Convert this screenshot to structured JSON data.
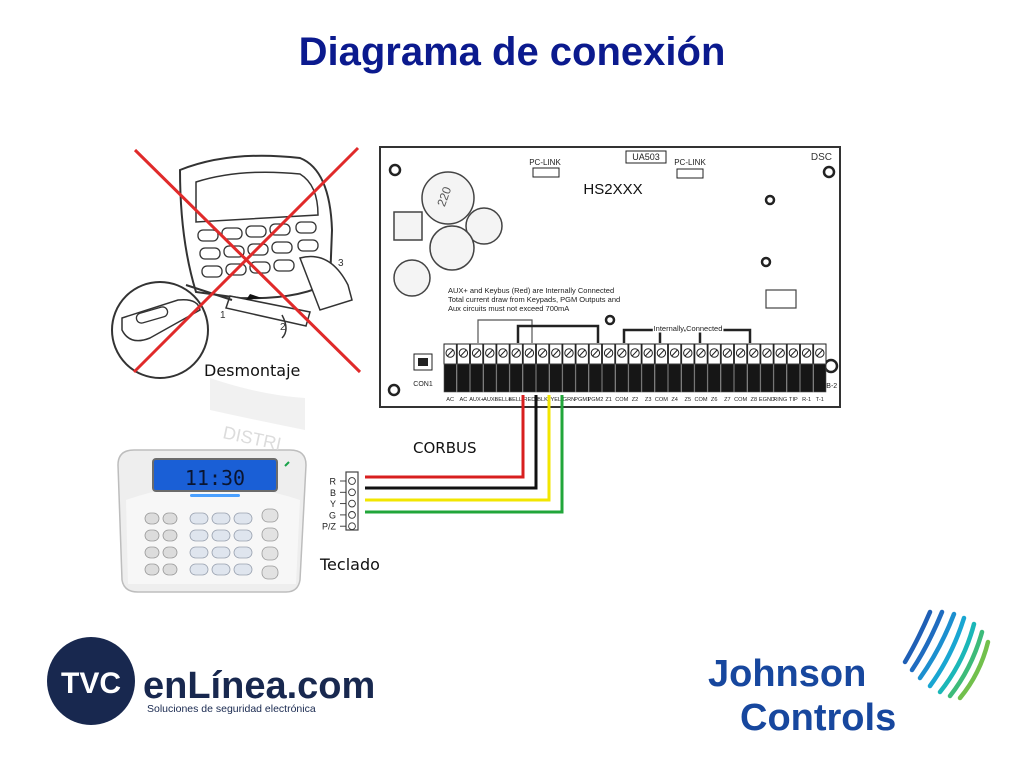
{
  "slide": {
    "title": "Diagrama de conexión"
  },
  "panel": {
    "model": "HS2XXX",
    "brand": "DSC",
    "part": "UA503",
    "pc_link": "PC-LINK",
    "tb": "TB-2",
    "con": "CON1",
    "note": [
      "AUX+ and Keybus (Red) are Internally Connected",
      "Total current draw from Keypads, PGM Outputs and",
      "Aux circuits must not exceed 700mA"
    ],
    "internally_connected": "Internally Connected",
    "relay": "220",
    "terminals": [
      "AC",
      "AC",
      "AUX+",
      "AUX-",
      "BELL+",
      "BELL-",
      "RED",
      "BLK",
      "YEL",
      "GRN",
      "PGM1",
      "PGM2",
      "Z1",
      "COM",
      "Z2",
      "Z3",
      "COM",
      "Z4",
      "Z5",
      "COM",
      "Z6",
      "Z7",
      "COM",
      "Z8",
      "EGND",
      "RING",
      "TIP",
      "R-1",
      "T-1"
    ]
  },
  "labels": {
    "desmontaje": "Desmontaje",
    "corbus": "CORBUS",
    "teclado": "Teclado",
    "watermark": "DISTRI"
  },
  "keypad": {
    "display": "11:30",
    "wires": [
      "R",
      "B",
      "Y",
      "G",
      "P/Z"
    ]
  },
  "colors": {
    "wire_red": "#d81f1f",
    "wire_black": "#111111",
    "wire_yellow": "#f2e600",
    "wire_green": "#21a63a",
    "title": "#0b1a8e",
    "jc_blue": "#17479e"
  },
  "logos": {
    "tvc_badge": "TVC",
    "tvc_name": "enLínea.com",
    "tvc_tagline": "Soluciones de seguridad electrónica",
    "jc_line1": "Johnson",
    "jc_line2": "Controls"
  }
}
